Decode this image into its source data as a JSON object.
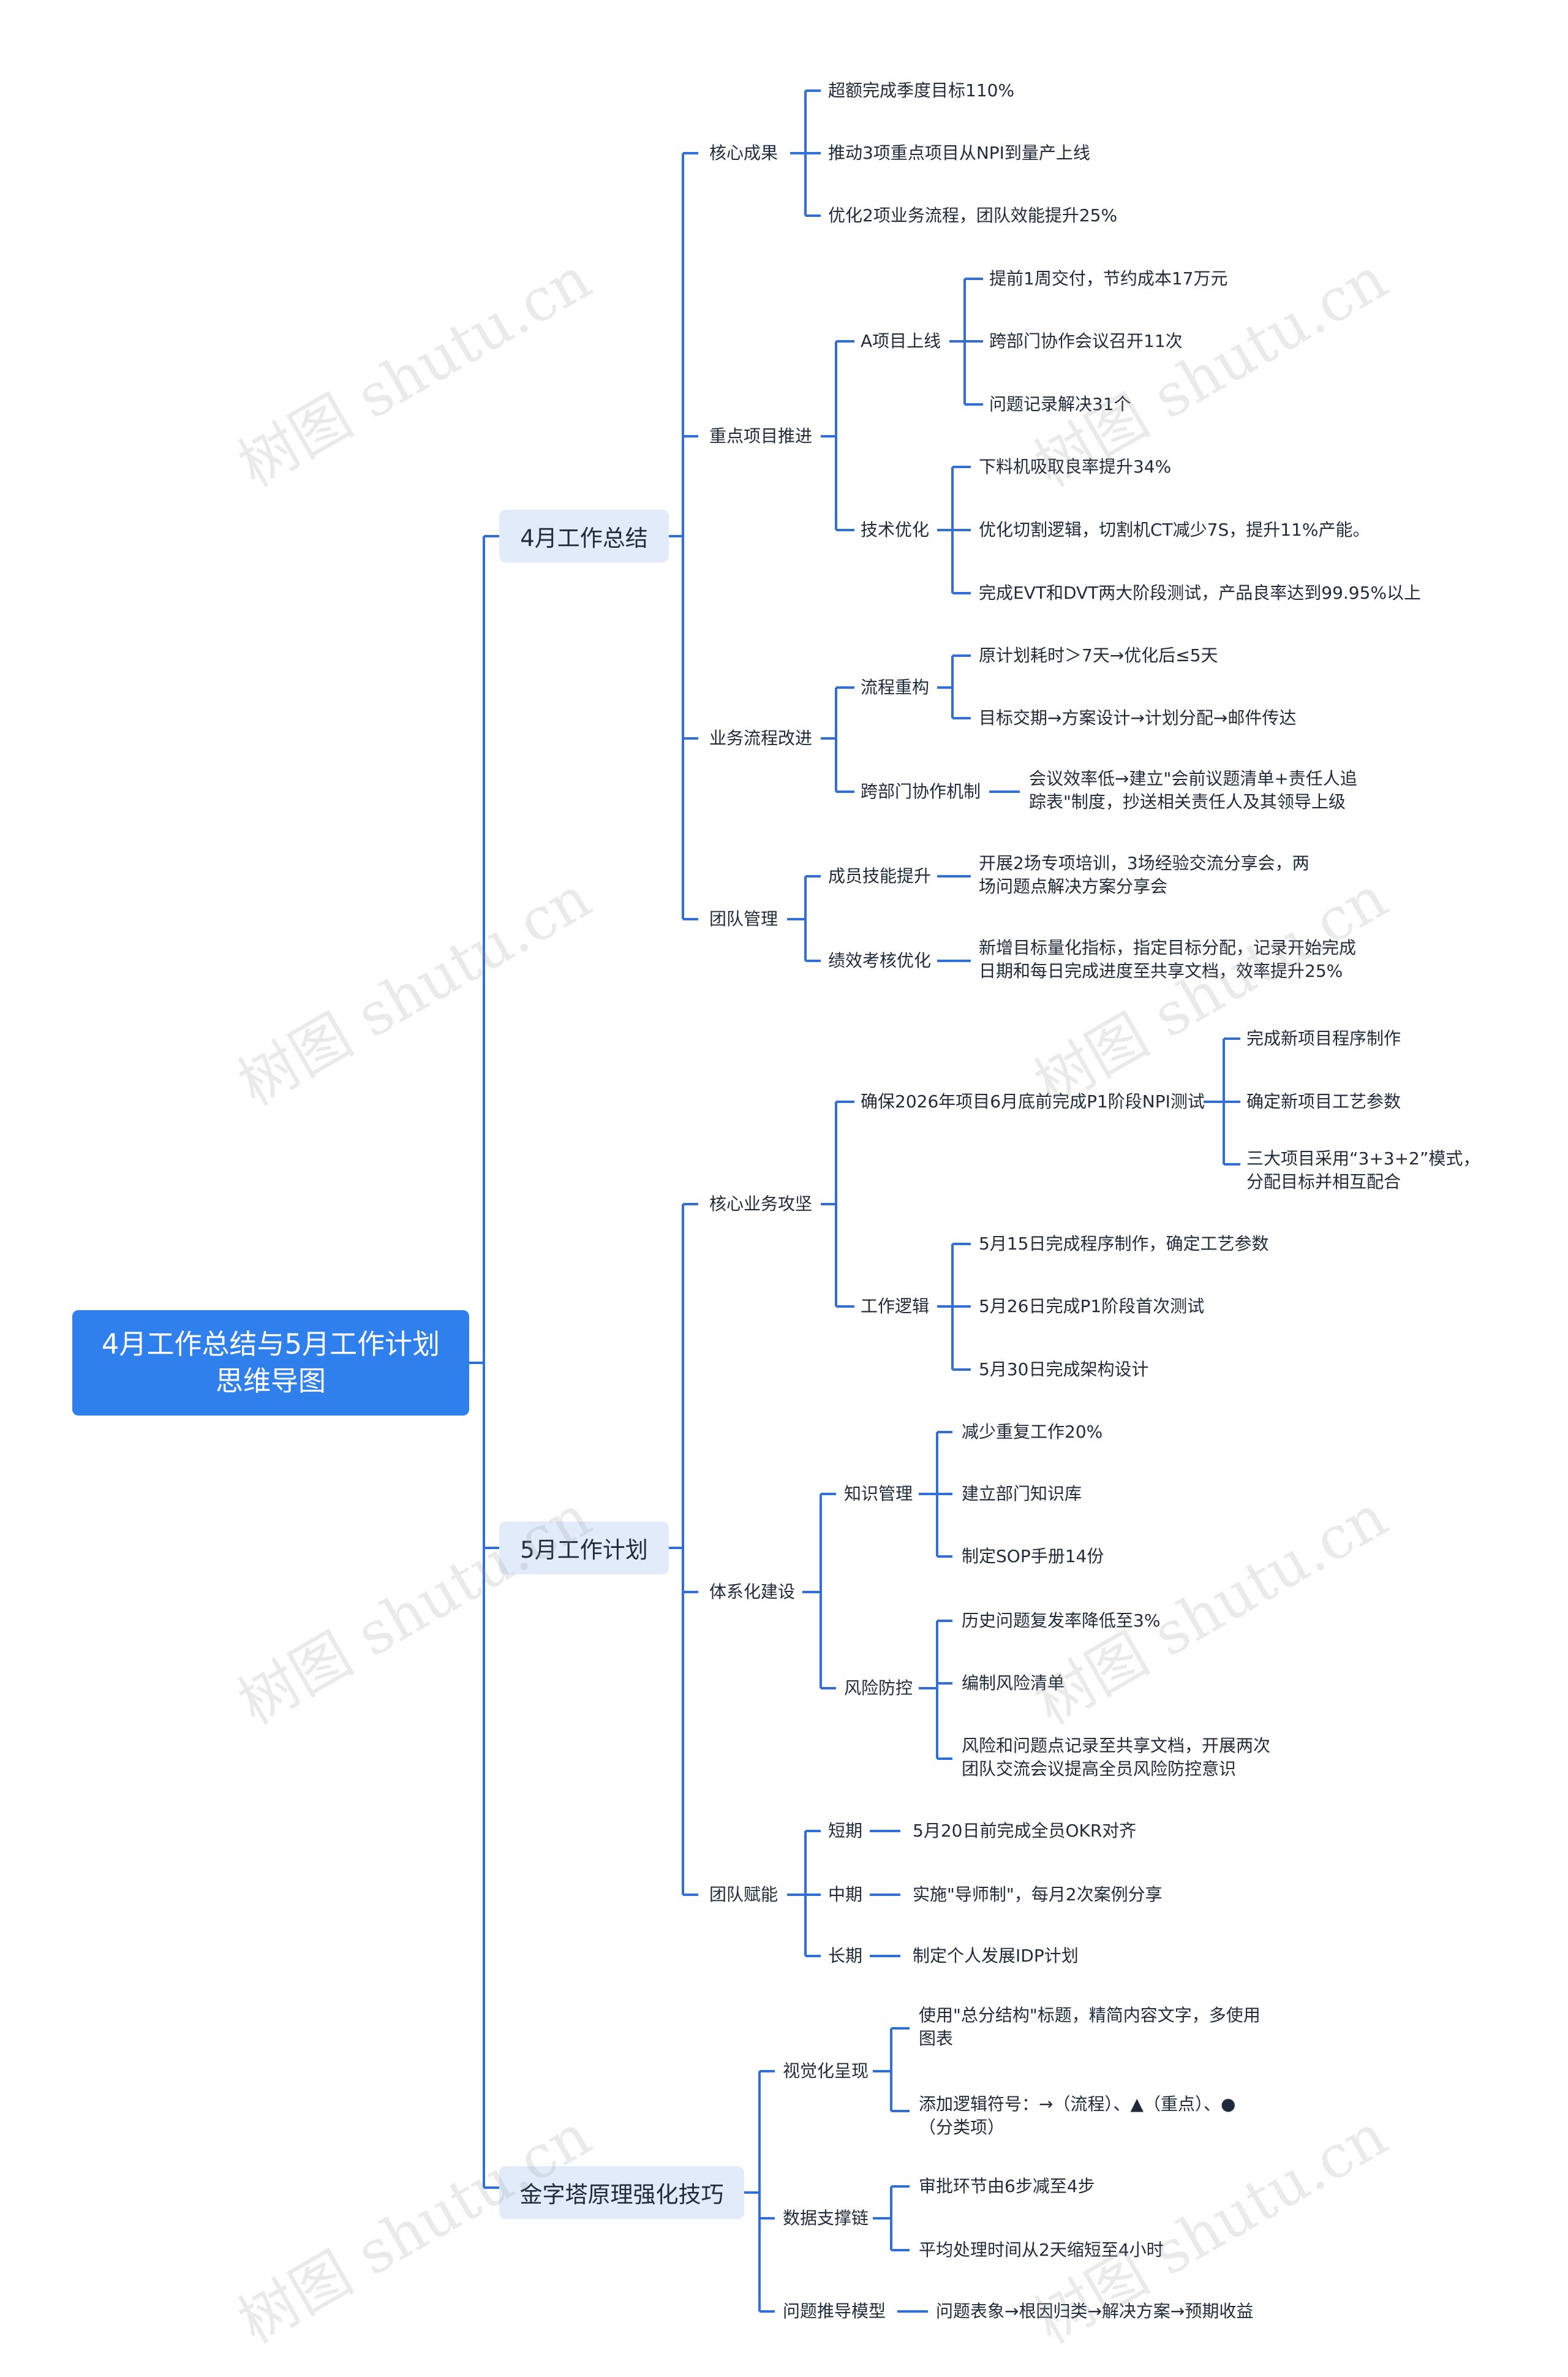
{
  "title": "4月工作总结与5月工作计划思维导图",
  "watermark": "树图 shutu.cn",
  "colors": {
    "accent": "#2f80ed",
    "line": "#2f6fd6",
    "branch_bg": "#e2ebfa",
    "text": "#1f2a3a"
  },
  "april": {
    "label": "4月工作总结",
    "core": {
      "label": "核心成果",
      "items": [
        "超额完成季度目标110%",
        "推动3项重点项目从NPI到量产上线",
        "优化2项业务流程，团队效能提升25%"
      ]
    },
    "key_projects": {
      "label": "重点项目推进",
      "a_project": {
        "label": "A项目上线",
        "items": [
          "提前1周交付，节约成本17万元",
          "跨部门协作会议召开11次",
          "问题记录解决31个"
        ]
      },
      "tech": {
        "label": "技术优化",
        "items": [
          "下料机吸取良率提升34%",
          "优化切割逻辑，切割机CT减少7S，提升11%产能。",
          "完成EVT和DVT两大阶段测试，产品良率达到99.95%以上"
        ]
      }
    },
    "process": {
      "label": "业务流程改进",
      "rebuild": {
        "label": "流程重构",
        "items": [
          "原计划耗时＞7天→优化后≤5天",
          "目标交期→方案设计→计划分配→邮件传达"
        ]
      },
      "collab": {
        "label": "跨部门协作机制",
        "lines": [
          "会议效率低→建立\"会前议题清单+责任人追",
          "踪表\"制度，抄送相关责任人及其领导上级"
        ]
      }
    },
    "team": {
      "label": "团队管理",
      "skills": {
        "label": "成员技能提升",
        "lines": [
          "开展2场专项培训，3场经验交流分享会，两",
          "场问题点解决方案分享会"
        ]
      },
      "perf": {
        "label": "绩效考核优化",
        "lines": [
          "新增目标量化指标，指定目标分配，记录开始完成",
          "日期和每日完成进度至共享文档，效率提升25%"
        ]
      }
    }
  },
  "may": {
    "label": "5月工作计划",
    "core": {
      "label": "核心业务攻坚",
      "npi": {
        "label": "确保2026年项目6月底前完成P1阶段NPI测试",
        "items": [
          "完成新项目程序制作",
          "确定新项目工艺参数"
        ],
        "last_lines": [
          "三大项目采用“3+3+2”模式，",
          "分配目标并相互配合"
        ]
      },
      "logic": {
        "label": "工作逻辑",
        "items": [
          "5月15日完成程序制作，确定工艺参数",
          "5月26日完成P1阶段首次测试",
          "5月30日完成架构设计"
        ]
      }
    },
    "system": {
      "label": "体系化建设",
      "knowledge": {
        "label": "知识管理",
        "items": [
          "减少重复工作20%",
          "建立部门知识库",
          "制定SOP手册14份"
        ]
      },
      "risk": {
        "label": "风险防控",
        "items": [
          "历史问题复发率降低至3%",
          "编制风险清单"
        ],
        "last_lines": [
          "风险和问题点记录至共享文档，开展两次",
          "团队交流会议提高全员风险防控意识"
        ]
      }
    },
    "empower": {
      "label": "团队赋能",
      "short": {
        "label": "短期",
        "item": "5月20日前完成全员OKR对齐"
      },
      "mid": {
        "label": "中期",
        "item": "实施\"导师制\"，每月2次案例分享"
      },
      "long": {
        "label": "长期",
        "item": "制定个人发展IDP计划"
      }
    }
  },
  "pyramid": {
    "label": "金字塔原理强化技巧",
    "visual": {
      "label": "视觉化呈现",
      "item1_lines": [
        "使用\"总分结构\"标题，精简内容文字，多使用",
        "图表"
      ],
      "item2_lines": [
        "添加逻辑符号：→（流程）、▲（重点）、●",
        "（分类项）"
      ]
    },
    "data_chain": {
      "label": "数据支撑链",
      "items": [
        "审批环节由6步减至4步",
        "平均处理时间从2天缩短至4小时"
      ]
    },
    "reasoning": {
      "label": "问题推导模型",
      "item": "问题表象→根因归类→解决方案→预期收益"
    }
  }
}
